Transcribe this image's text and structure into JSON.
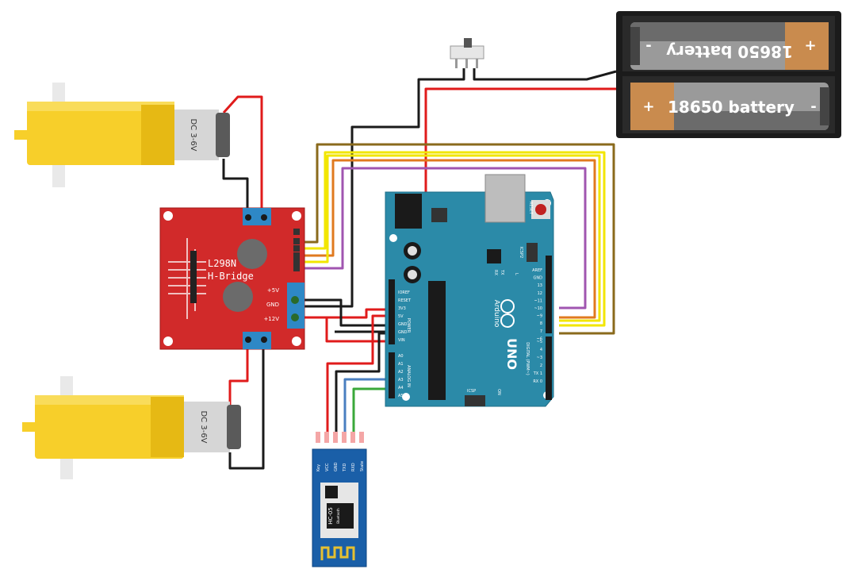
{
  "battery_pack": {
    "top_cell": {
      "label": "18650 battery",
      "plus": "+",
      "minus": "-"
    },
    "bottom_cell": {
      "label": "18650 battery",
      "plus": "+",
      "minus": "-"
    }
  },
  "motor_top": {
    "label": "DC 3-6V"
  },
  "motor_bottom": {
    "label": "DC 3-6V"
  },
  "driver": {
    "title_line1": "L298N",
    "title_line2": "H-Bridge",
    "pin_5v": "+5V",
    "pin_gnd": "GND",
    "pin_12v": "+12V"
  },
  "arduino": {
    "brand": "Arduino",
    "model": "UNO",
    "reset": "RESET",
    "icsp": "ICSP",
    "icsp2": "ICSP2",
    "on": "ON",
    "digital_label": "DIGITAL (PWM~)",
    "analog_label": "ANALOG IN",
    "power_label": "POWER",
    "power_pins": [
      "IOREF",
      "RESET",
      "3V3",
      "5V",
      "GND",
      "GND",
      "VIN"
    ],
    "analog_pins": [
      "A0",
      "A1",
      "A2",
      "A3",
      "A4",
      "A5"
    ],
    "digital_pins": [
      "AREF",
      "GND",
      "13",
      "12",
      "~11",
      "~10",
      "~9",
      "8",
      "7",
      "~6",
      "~5",
      "4",
      "~3",
      "2",
      "TX 1",
      "RX 0"
    ],
    "tx": "TX",
    "rx": "RX",
    "l": "L"
  },
  "bluetooth": {
    "model": "HC-05",
    "sub": "Bluetooth",
    "pins": [
      "Key",
      "VCC",
      "GND",
      "TXD",
      "RXD",
      "State"
    ]
  },
  "colors": {
    "wire_red": "#e01b1b",
    "wire_black": "#1a1a1a",
    "wire_yellow": "#f2e600",
    "wire_orange": "#e07a1f",
    "wire_brown": "#8a6a1c",
    "wire_purple": "#a055b0",
    "wire_blue": "#4a7fc0",
    "wire_green": "#3aa83a",
    "arduino_teal": "#2b8aa8",
    "driver_red": "#d12a2a",
    "motor_yellow": "#f7cf2a",
    "battery_copper": "#c98b4e",
    "bt_blue": "#1a5fa8"
  }
}
